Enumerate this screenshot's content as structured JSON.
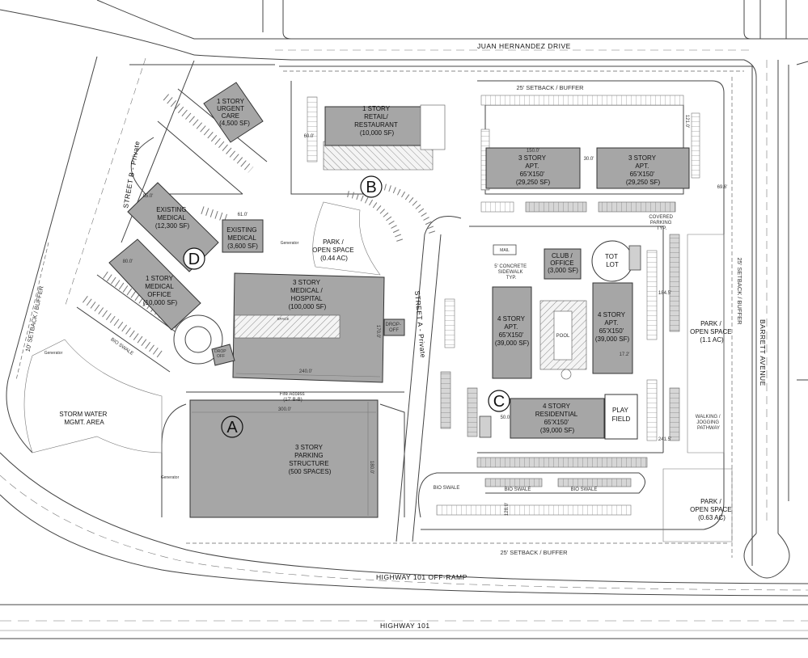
{
  "roads": {
    "juan_hernandez": "JUAN HERNANDEZ DRIVE",
    "street_b": "STREET  B - Private",
    "street_a": "STREET  A - Private",
    "barrett": "BARRETT  AVENUE",
    "off_ramp": "HIGHWAY 101  OFF-RAMP",
    "highway": "HIGHWAY 101"
  },
  "setbacks": {
    "top": "25' SETBACK / BUFFER",
    "bottom": "25' SETBACK / BUFFER",
    "right": "25' SETBACK / BUFFER",
    "left": "10' SETBACK / BUFFER"
  },
  "buildings": {
    "urgent_care": [
      "1 STORY",
      "URGENT",
      "CARE",
      "(4,500 SF)"
    ],
    "retail": [
      "1 STORY",
      "RETAIL/",
      "RESTAURANT",
      "(10,000 SF)"
    ],
    "apt_nw": [
      "3 STORY",
      "APT.",
      "65'X150'",
      "(29,250 SF)"
    ],
    "apt_ne": [
      "3 STORY",
      "APT.",
      "65'X150'",
      "(29,250 SF)"
    ],
    "existing_medical_1": [
      "EXISTING",
      "MEDICAL",
      "(12,300 SF)"
    ],
    "existing_medical_2": [
      "EXISTING",
      "MEDICAL",
      "(3,600 SF)"
    ],
    "medical_office": [
      "1 STORY",
      "MEDICAL",
      "OFFICE",
      "(10,000 SF)"
    ],
    "hospital": [
      "3 STORY",
      "MEDICAL /",
      "HOSPITAL",
      "(100,000 SF)"
    ],
    "club": [
      "CLUB /",
      "OFFICE",
      "(3,000 SF)"
    ],
    "apt_w": [
      "4 STORY",
      "APT.",
      "65'X150'",
      "(39,000 SF)"
    ],
    "apt_e": [
      "4 STORY",
      "APT.",
      "65'X150'",
      "(39,000 SF)"
    ],
    "residential": [
      "4 STORY",
      "RESIDENTIAL",
      "65'X150'",
      "(39,000 SF)"
    ],
    "parking": [
      "3 STORY",
      "PARKING",
      "STRUCTURE",
      "(500 SPACES)"
    ]
  },
  "open_spaces": {
    "park_center": [
      "PARK /",
      "OPEN SPACE",
      "(0.44 AC)"
    ],
    "park_east": [
      "PARK /",
      "OPEN SPACE",
      "(1.1 AC)"
    ],
    "park_se": [
      "PARK /",
      "OPEN SPACE",
      "(0.63 AC)"
    ],
    "storm_water": [
      "STORM WATER",
      "MGMT. AREA"
    ],
    "tot_lot": [
      "TOT",
      "LOT"
    ],
    "play_field": [
      "PLAY",
      "FIELD"
    ],
    "pool": "POOL"
  },
  "callouts": {
    "walking": [
      "WALKING /",
      "JOGGING",
      "PATHWAY"
    ],
    "covered": [
      "COVERED",
      "PARKING",
      "TYP."
    ],
    "sidewalk": [
      "5' CONCRETE",
      "SIDEWALK",
      "TYP."
    ],
    "fire_access": [
      "Fire Access",
      "(17' B-B)"
    ],
    "drop_off_1": [
      "DROP-",
      "OFF"
    ],
    "drop_off_2": [
      "DROP",
      "OFF"
    ],
    "bio_swale_1": "BIO SWALE",
    "bio_swale_2": "BIO SWALE",
    "bio_swale_3": "BIO SWALE",
    "bio_swale_4": "BIO SWALE",
    "generator_1": "Generator",
    "generator_2": "Generator",
    "generator_3": "Generator",
    "mail": "MAIL"
  },
  "dimensions": {
    "garage_width": "300.0'",
    "garage_height": "180.0'",
    "hospital_width": "240.0'",
    "hospital_height": "170.0'",
    "hospital_bridge": "SPACE",
    "d_85": "85.0'",
    "d_80": "80.0'",
    "d_60": "60.0'",
    "d_61": "61.0'",
    "d_150": "150.0'",
    "d_30": "30.0'",
    "d_121": "121.0'",
    "d_69": "69.6'",
    "d_184": "184.5'",
    "d_17": "17.2'",
    "d_241": "241.5'",
    "d_128": "128.0'",
    "d_50": "50.0'"
  },
  "phases": {
    "a": "A",
    "b": "B",
    "c": "C",
    "d": "D"
  }
}
